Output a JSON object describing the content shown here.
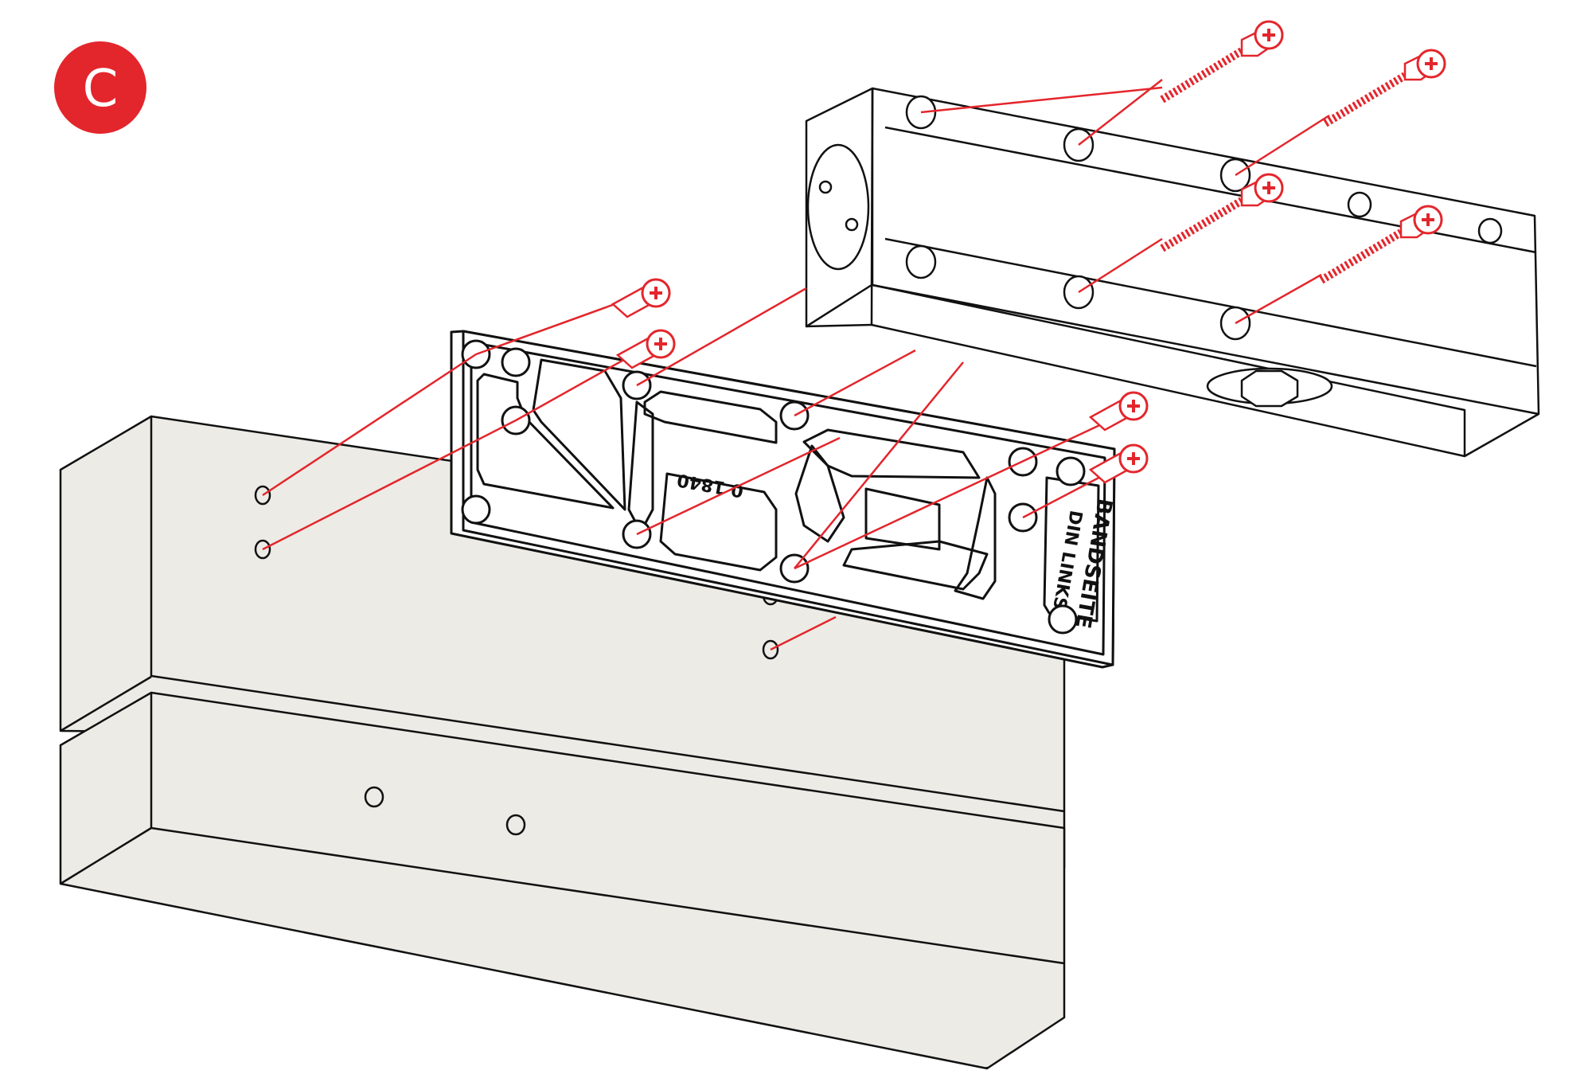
{
  "step": {
    "label": "C",
    "badge_color": "#e3262c"
  },
  "plate": {
    "label_primary": "BANDSEITE",
    "label_secondary": "DIN LINKS",
    "part_code": "0 1840"
  },
  "colors": {
    "outline": "#111111",
    "frame_fill": "#ecebe6",
    "accent": "#e3262c",
    "screw_fill": "#ffffff"
  },
  "icons": {
    "screw_head": "phillips-plus-icon",
    "mounting_hole": "circle-hole-icon"
  }
}
